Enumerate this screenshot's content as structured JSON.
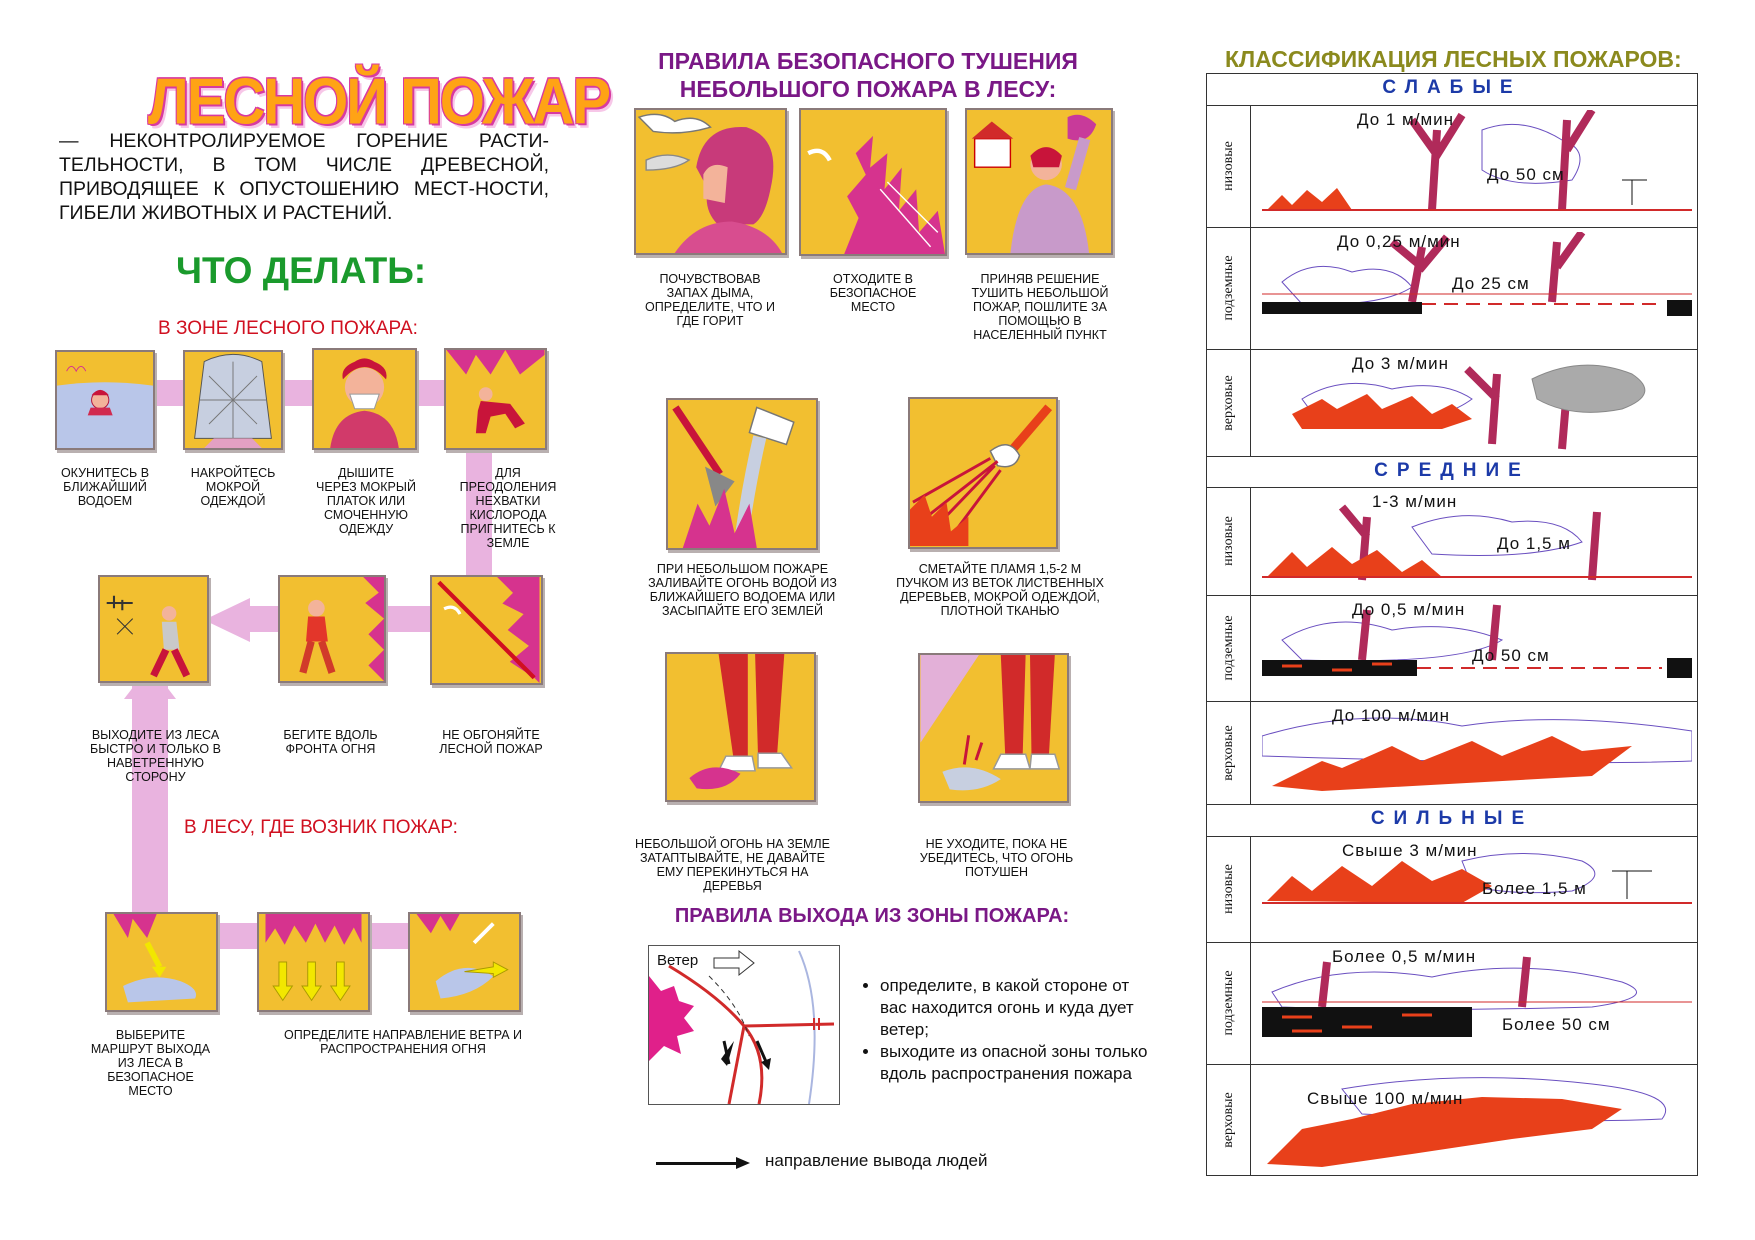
{
  "title": "ЛЕСНОЙ ПОЖАР",
  "definition": "— НЕКОНТРОЛИРУЕМОЕ ГОРЕНИЕ РАСТИ-ТЕЛЬНОСТИ, В ТОМ ЧИСЛЕ ДРЕВЕСНОЙ, ПРИВОДЯЩЕЕ К ОПУСТОШЕНИЮ МЕСТ-НОСТИ, ГИБЕЛИ ЖИВОТНЫХ И РАСТЕНИЙ.",
  "what_to_do": "ЧТО ДЕЛАТЬ:",
  "zone": {
    "heading": "В ЗОНЕ ЛЕСНОГО ПОЖАРА:",
    "steps": [
      "ОКУНИТЕСЬ В БЛИЖАЙШИЙ ВОДОЕМ",
      "НАКРОЙТЕСЬ МОКРОЙ ОДЕЖДОЙ",
      "ДЫШИТЕ ЧЕРЕЗ МОКРЫЙ ПЛАТОК ИЛИ СМОЧЕННУЮ ОДЕЖДУ",
      "ДЛЯ ПРЕОДОЛЕНИЯ НЕХВАТКИ КИСЛОРОДА ПРИГНИТЕСЬ К ЗЕМЛЕ",
      "НЕ ОБГОНЯЙТЕ ЛЕСНОЙ ПОЖАР",
      "БЕГИТЕ ВДОЛЬ ФРОНТА ОГНЯ",
      "ВЫХОДИТЕ ИЗ ЛЕСА БЫСТРО И ТОЛЬКО В НАВЕТРЕННУЮ СТОРОНУ"
    ]
  },
  "forest": {
    "heading": "В ЛЕСУ, ГДЕ ВОЗНИК ПОЖАР:",
    "steps": [
      "ВЫБЕРИТЕ МАРШРУТ ВЫХОДА ИЗ ЛЕСА В БЕЗОПАСНОЕ МЕСТО",
      "ОПРЕДЕЛИТЕ НАПРАВЛЕНИЕ ВЕТРА И РАСПРОСТРАНЕНИЯ ОГНЯ"
    ]
  },
  "extinguish": {
    "heading_line1": "ПРАВИЛА БЕЗОПАСНОГО ТУШЕНИЯ",
    "heading_line2": "НЕБОЛЬШОГО ПОЖАРА В ЛЕСУ:",
    "steps": [
      "ПОЧУВСТВОВАВ ЗАПАХ ДЫМА, ОПРЕДЕЛИТЕ, ЧТО И ГДЕ ГОРИТ",
      "ОТХОДИТЕ В БЕЗОПАСНОЕ МЕСТО",
      "ПРИНЯВ РЕШЕНИЕ ТУШИТЬ НЕБОЛЬШОЙ ПОЖАР, ПОШЛИТЕ ЗА ПОМОЩЬЮ В НАСЕЛЕННЫЙ ПУНКТ",
      "ПРИ НЕБОЛЬШОМ ПОЖАРЕ ЗАЛИВАЙТЕ ОГОНЬ ВОДОЙ ИЗ БЛИЖАЙШЕГО ВОДОЕМА ИЛИ ЗАСЫПАЙТЕ ЕГО ЗЕМЛЕЙ",
      "СМЕТАЙТЕ ПЛАМЯ 1,5-2 М ПУЧКОМ ИЗ ВЕТОК ЛИСТВЕННЫХ ДЕРЕВЬЕВ, МОКРОЙ ОДЕЖДОЙ, ПЛОТНОЙ ТКАНЬЮ",
      "НЕБОЛЬШОЙ ОГОНЬ НА ЗЕМЛЕ ЗАТАПТЫВАЙТЕ, НЕ ДАВАЙТЕ ЕМУ ПЕРЕКИНУТЬСЯ НА ДЕРЕВЬЯ",
      "НЕ УХОДИТЕ, ПОКА НЕ УБЕДИТЕСЬ, ЧТО ОГОНЬ ПОТУШЕН"
    ]
  },
  "exit": {
    "heading": "ПРАВИЛА ВЫХОДА ИЗ ЗОНЫ ПОЖАРА:",
    "wind_label": "Ветер",
    "bullets": [
      "определите, в какой стороне от вас находится огонь и куда дует ветер;",
      "выходите из опасной зоны только вдоль распространения пожара"
    ],
    "legend": "направление вывода людей"
  },
  "classification": {
    "heading": "КЛАССИФИКАЦИЯ ЛЕСНЫХ ПОЖАРОВ:",
    "groups": [
      {
        "name": "СЛАБЫЕ",
        "rows": [
          {
            "type": "низовые",
            "speed": "До 1 м/мин",
            "height": "До 50 см"
          },
          {
            "type": "подземные",
            "speed": "До 0,25 м/мин",
            "height": "До 25 см"
          },
          {
            "type": "верховые",
            "speed": "До 3 м/мин",
            "height": ""
          }
        ]
      },
      {
        "name": "СРЕДНИЕ",
        "rows": [
          {
            "type": "низовые",
            "speed": "1-3 м/мин",
            "height": "До 1,5 м"
          },
          {
            "type": "подземные",
            "speed": "До 0,5 м/мин",
            "height": "До 50 см"
          },
          {
            "type": "верховые",
            "speed": "До 100 м/мин",
            "height": ""
          }
        ]
      },
      {
        "name": "СИЛЬНЫЕ",
        "rows": [
          {
            "type": "низовые",
            "speed": "Свыше 3 м/мин",
            "height": "Более 1,5 м"
          },
          {
            "type": "подземные",
            "speed": "Более 0,5 м/мин",
            "height": "Более 50 см"
          },
          {
            "type": "верховые",
            "speed": "Свыше 100 м/мин",
            "height": ""
          }
        ]
      }
    ]
  },
  "colors": {
    "picture_bg": "#f2bf30",
    "connector": "#e9b3df",
    "fire": "#e8401a",
    "flame_pink": "#d6338e"
  }
}
